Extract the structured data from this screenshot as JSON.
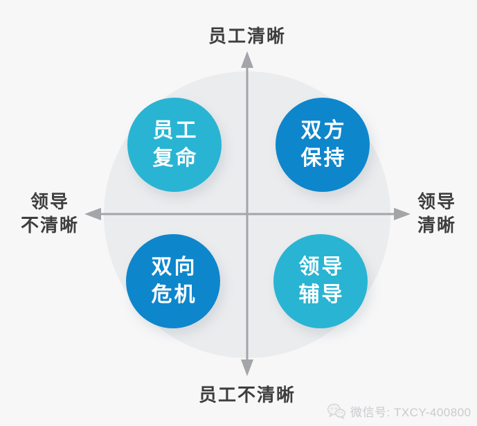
{
  "colors": {
    "background": "#f7f7f8",
    "backdrop_circle": "#ebecee",
    "axis": "#a3a5a8",
    "axis_label_text": "#3e3e3e",
    "cyan": "#29b4d3",
    "blue": "#0e86cc",
    "bubble_text": "#ffffff",
    "watermark_text": "#c9cacc"
  },
  "axes": {
    "top_label": "员工清晰",
    "bottom_label": "员工不清晰",
    "left_label_line1": "领导",
    "left_label_line2": "不清晰",
    "right_label_line1": "领导",
    "right_label_line2": "清晰"
  },
  "quadrants": [
    {
      "position": "top-left",
      "line1": "员工",
      "line2": "复命",
      "color": "cyan"
    },
    {
      "position": "top-right",
      "line1": "双方",
      "line2": "保持",
      "color": "blue"
    },
    {
      "position": "bottom-left",
      "line1": "双向",
      "line2": "危机",
      "color": "blue"
    },
    {
      "position": "bottom-right",
      "line1": "领导",
      "line2": "辅导",
      "color": "cyan"
    }
  ],
  "watermark": {
    "icon": "wechat-icon",
    "text": "微信号: TXCY-400800"
  }
}
